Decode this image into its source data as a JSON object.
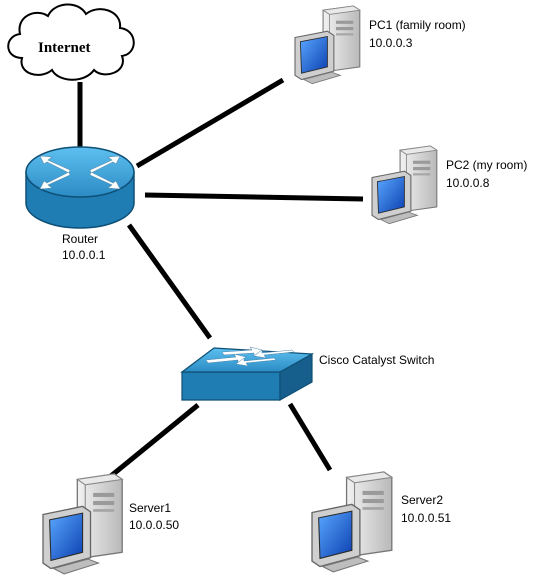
{
  "internet": {
    "label": "Internet"
  },
  "router": {
    "label": "Router",
    "ip": "10.0.0.1"
  },
  "switch": {
    "label": "Cisco Catalyst Switch"
  },
  "pc1": {
    "label": "PC1 (family room)",
    "ip": "10.0.0.3"
  },
  "pc2": {
    "label": "PC2 (my room)",
    "ip": "10.0.0.8"
  },
  "server1": {
    "label": "Server1",
    "ip": "10.0.0.50"
  },
  "server2": {
    "label": "Server2",
    "ip": "10.0.0.51"
  },
  "colors": {
    "link": "#000000",
    "device_blue": "#3aa0d8",
    "device_dark": "#1c6f9e",
    "computer_case": "#d6d6d6",
    "screen": "#1d5fd1"
  },
  "icons": [
    "cloud-icon",
    "router-icon",
    "switch-icon",
    "computer-icon",
    "server-icon"
  ]
}
